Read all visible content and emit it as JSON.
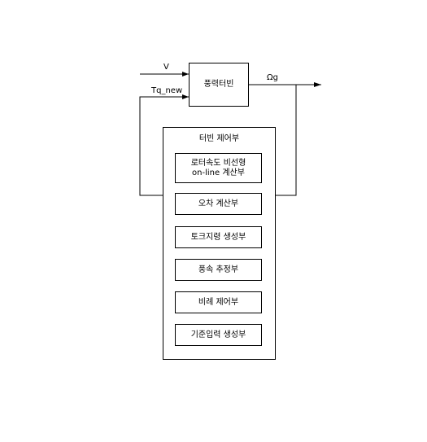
{
  "diagram": {
    "turbine_block": "풍력터빈",
    "input_v": "V",
    "input_tq": "Tq_new",
    "output_omega": "Ωg",
    "controller": {
      "title": "터빈 제어부",
      "modules": [
        {
          "line1": "로터속도 비선형",
          "line2": "on-line 계산부"
        },
        {
          "line1": "오차 계산부"
        },
        {
          "line1": "토크지령 생성부"
        },
        {
          "line1": "풍속 추정부"
        },
        {
          "line1": "비례 제어부"
        },
        {
          "line1": "기준입력 생성부"
        }
      ]
    }
  }
}
